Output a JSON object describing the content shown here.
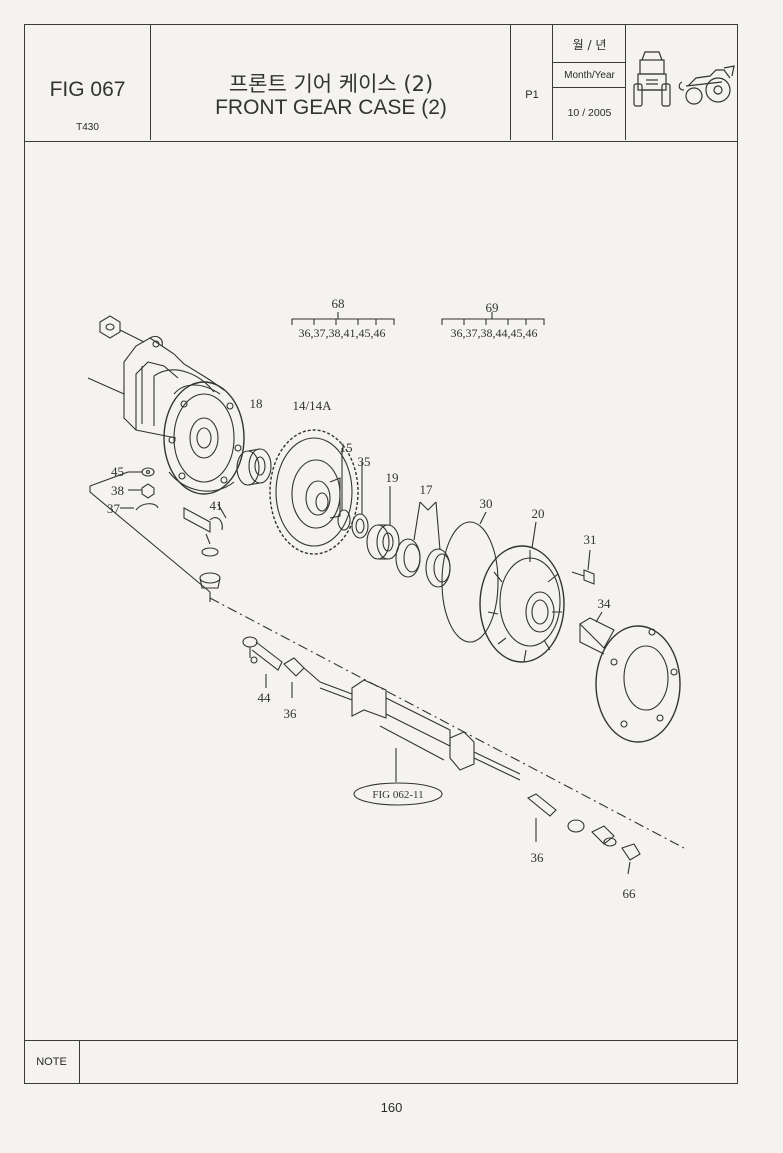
{
  "header": {
    "fig_no": "FIG 067",
    "model": "T430",
    "title_ko": "프론트 기어 케이스 (2)",
    "title_en": "FRONT GEAR CASE (2)",
    "page": "P1",
    "date_ko": "월 / 년",
    "date_label": "Month/Year",
    "date_value": "10 / 2005",
    "icons": [
      "tractor-front-icon",
      "tractor-side-icon"
    ]
  },
  "diagram": {
    "kit_68": {
      "number": "68",
      "parts": "36,37,38,41,45,46"
    },
    "kit_69": {
      "number": "69",
      "parts": "36,37,38,44,45,46"
    },
    "labels": {
      "p18": "18",
      "p14": "14/14A",
      "p15": "15",
      "p35": "35",
      "p19": "19",
      "p17": "17",
      "p30": "30",
      "p20": "20",
      "p31": "31",
      "p34": "34",
      "p45": "45",
      "p38": "38",
      "p37": "37",
      "p41": "41",
      "p44": "44",
      "p36a": "36",
      "p36b": "36",
      "p66": "66",
      "fig_ref": "FIG 062-11"
    }
  },
  "note": {
    "label": "NOTE",
    "text": ""
  },
  "page_number": "160"
}
